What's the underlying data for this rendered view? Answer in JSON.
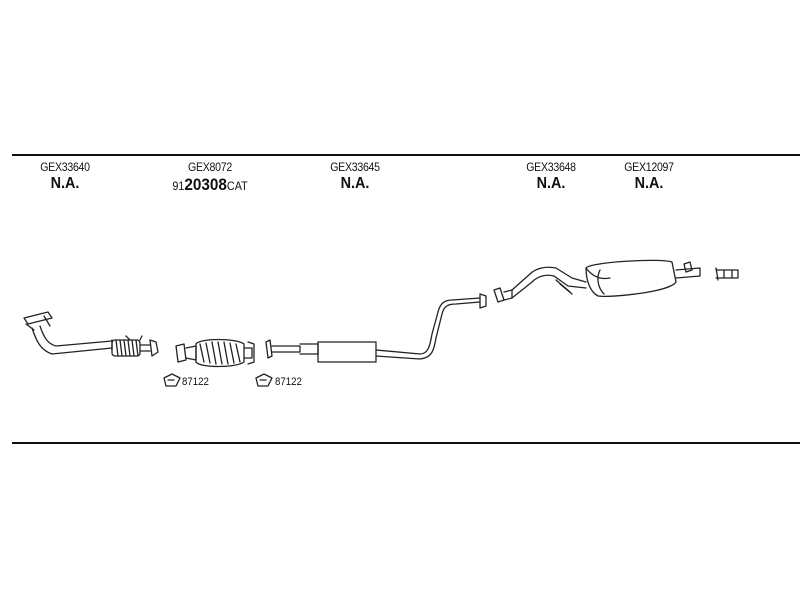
{
  "parts": [
    {
      "code": "GEX33640",
      "price": "N.A."
    },
    {
      "code": "GEX8072",
      "price_prefix": "91",
      "price_main": "20308",
      "price_suffix": "CAT"
    },
    {
      "code": "GEX33645",
      "price": "N.A."
    },
    {
      "code": "GEX33648",
      "price": "N.A."
    },
    {
      "code": "GEX12097",
      "price": "N.A."
    }
  ],
  "gaskets": [
    {
      "label": "87122"
    },
    {
      "label": "87122"
    }
  ]
}
